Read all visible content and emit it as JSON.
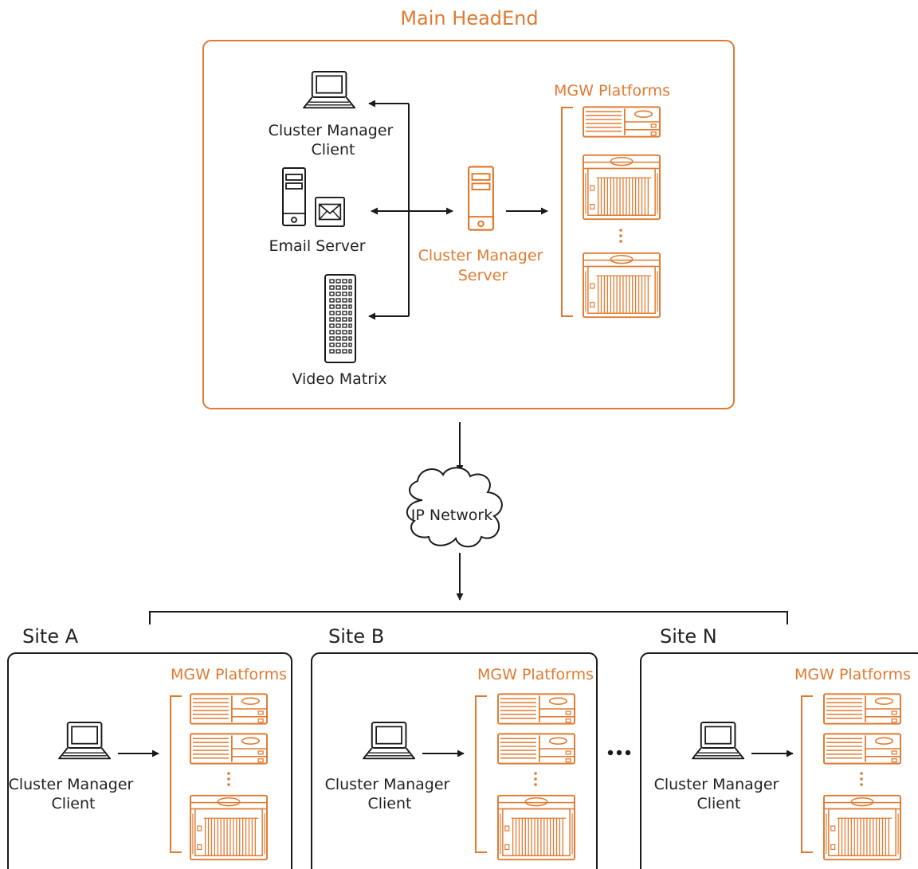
{
  "main": {
    "title": "Main HeadEnd",
    "cm_client": [
      "Cluster Manager",
      "Client"
    ],
    "email_server": "Email Server",
    "video_matrix": "Video Matrix",
    "cm_server": [
      "Cluster Manager",
      "Server"
    ],
    "mgw_platforms": "MGW Platforms"
  },
  "network": {
    "label": "IP Network"
  },
  "sites": [
    {
      "title": "Site A",
      "client": [
        "Cluster Manager",
        "Client"
      ],
      "mgw_platforms": "MGW Platforms"
    },
    {
      "title": "Site B",
      "client": [
        "Cluster Manager",
        "Client"
      ],
      "mgw_platforms": "MGW Platforms"
    },
    {
      "title": "Site N",
      "client": [
        "Cluster Manager",
        "Client"
      ],
      "mgw_platforms": "MGW Platforms"
    }
  ],
  "icons": [
    "laptop-icon",
    "tower-server-icon",
    "envelope-icon",
    "keypad-icon",
    "rack-unit-icon",
    "chassis-icon",
    "cloud-icon"
  ],
  "colors": {
    "accent": "#e07a30",
    "line": "#1a1a1a"
  }
}
